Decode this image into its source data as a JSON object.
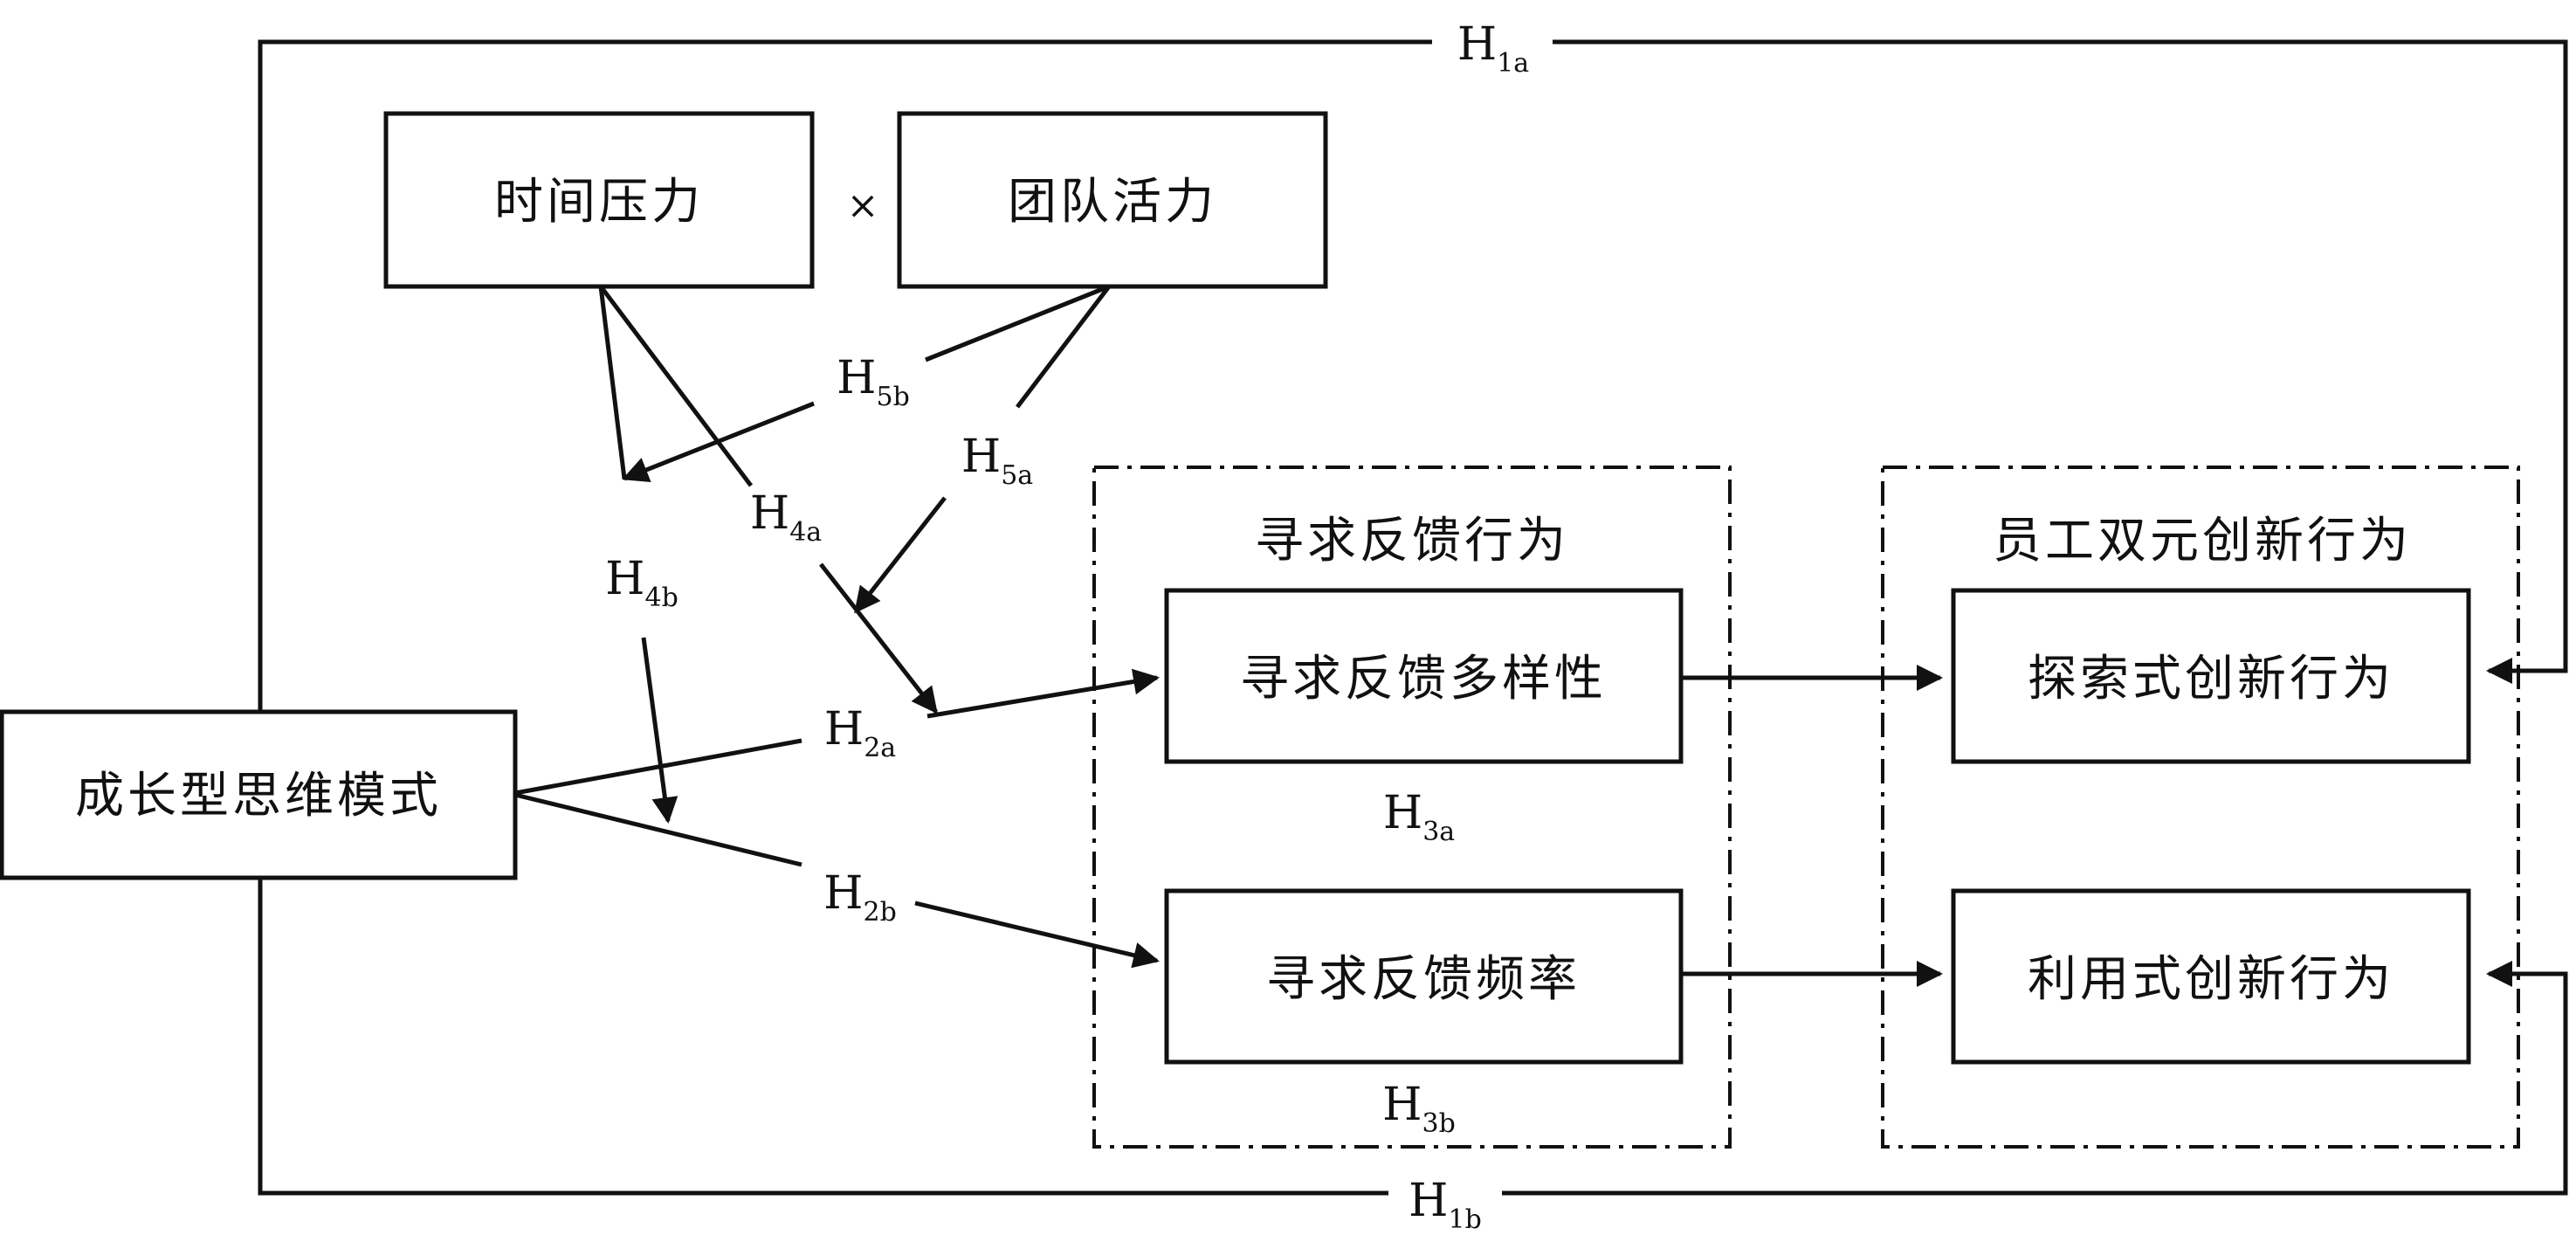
{
  "diagram": {
    "nodes": {
      "time_pressure": "时间压力",
      "times_sign": "×",
      "team_vitality": "团队活力",
      "growth_mindset": "成长型思维模式",
      "fsb_group": "寻求反馈行为",
      "fs_diversity": "寻求反馈多样性",
      "fs_frequency": "寻求反馈频率",
      "innov_group": "员工双元创新行为",
      "exploratory": "探索式创新行为",
      "exploitative": "利用式创新行为"
    },
    "hypotheses": [
      {
        "key": "h1a",
        "base": "H",
        "sub": "1a"
      },
      {
        "key": "h1b",
        "base": "H",
        "sub": "1b"
      },
      {
        "key": "h2a",
        "base": "H",
        "sub": "2a"
      },
      {
        "key": "h2b",
        "base": "H",
        "sub": "2b"
      },
      {
        "key": "h3a",
        "base": "H",
        "sub": "3a"
      },
      {
        "key": "h3b",
        "base": "H",
        "sub": "3b"
      },
      {
        "key": "h4a",
        "base": "H",
        "sub": "4a"
      },
      {
        "key": "h4b",
        "base": "H",
        "sub": "4b"
      },
      {
        "key": "h5a",
        "base": "H",
        "sub": "5a"
      },
      {
        "key": "h5b",
        "base": "H",
        "sub": "5b"
      }
    ]
  }
}
